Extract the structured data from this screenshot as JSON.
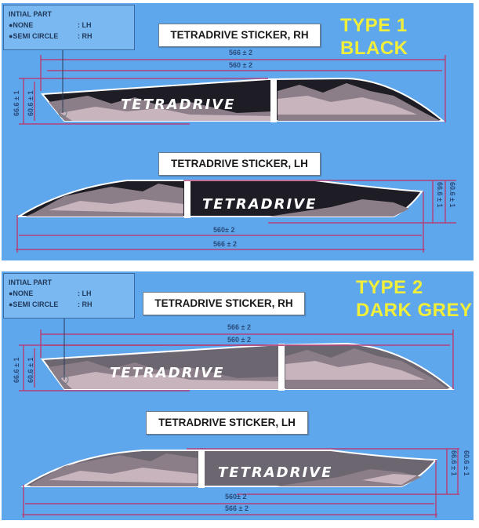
{
  "colors": {
    "background": "#5ea7ec",
    "type_label": "#f2ef3a",
    "dimension_line": "#b0427a",
    "sticker_black": "#1e1c24",
    "sticker_dark_grey": "#6c6670",
    "camo_light": "#c8b4bc",
    "camo_mid": "#8c7e88"
  },
  "panels": [
    {
      "type_line1": "TYPE 1",
      "type_line2": "BLACK",
      "legend": {
        "title": "INTIAL PART",
        "rows": [
          {
            "key": "●NONE",
            "value": ": LH"
          },
          {
            "key": "●SEMI CIRCLE",
            "value": ": RH"
          }
        ]
      },
      "rh": {
        "title": "TETRADRIVE STICKER, RH",
        "brand": "TETRADRIVE",
        "overall_length": "566 ± 2",
        "inner_length": "560 ± 2",
        "overall_height": "66.6 ± 1",
        "inner_height": "60.6 ± 1"
      },
      "lh": {
        "title": "TETRADRIVE STICKER, LH",
        "brand": "TETRADRIVE",
        "overall_length": "566 ± 2",
        "inner_length": "560± 2",
        "overall_height": "66.6 ± 1",
        "inner_height": "60.6 ± 1"
      }
    },
    {
      "type_line1": "TYPE 2",
      "type_line2": "DARK GREY",
      "legend": {
        "title": "INTIAL PART",
        "rows": [
          {
            "key": "●NONE",
            "value": ": LH"
          },
          {
            "key": "●SEMI CIRCLE",
            "value": ": RH"
          }
        ]
      },
      "rh": {
        "title": "TETRADRIVE STICKER, RH",
        "brand": "TETRADRIVE",
        "overall_length": "566 ± 2",
        "inner_length": "560 ± 2",
        "overall_height": "66.6 ± 1",
        "inner_height": "60.6 ± 1"
      },
      "lh": {
        "title": "TETRADRIVE STICKER, LH",
        "brand": "TETRADRIVE",
        "overall_length": "566 ± 2",
        "inner_length": "560± 2",
        "overall_height": "66.6 ± 1",
        "inner_height": "60.6 ± 1"
      }
    }
  ]
}
